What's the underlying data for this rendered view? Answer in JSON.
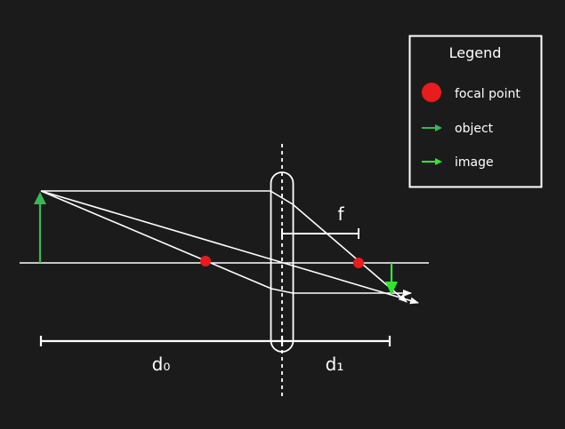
{
  "legend": {
    "title": "Legend",
    "items": [
      {
        "label": "focal point",
        "marker": "circle",
        "color": "#e81c1c"
      },
      {
        "label": "object",
        "marker": "arrow",
        "color": "#35b955"
      },
      {
        "label": "image",
        "marker": "arrow",
        "color": "#2ee82e"
      }
    ]
  },
  "labels": {
    "focal_length": "f",
    "object_distance": "d₀",
    "image_distance": "d₁"
  },
  "colors": {
    "background": "#1b1b1b",
    "lines": "#ffffff",
    "focal_point": "#e81c1c",
    "object_arrow": "#35b955",
    "image_arrow": "#2ee82e"
  }
}
